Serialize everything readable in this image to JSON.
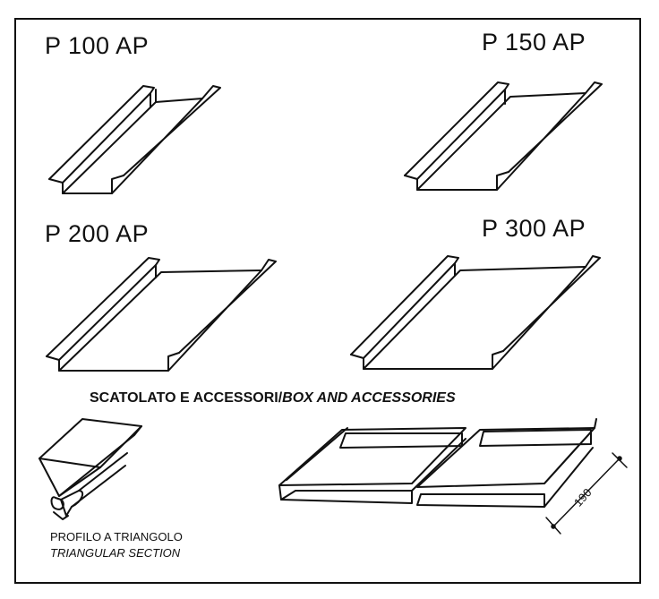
{
  "profiles": {
    "p100": "P 100 AP",
    "p150": "P 150 AP",
    "p200": "P 200 AP",
    "p300": "P 300 AP"
  },
  "box": {
    "heading_plain": "SCATOLATO E ACCESSORI/",
    "heading_italic": "BOX AND ACCESSORIES",
    "dimension": "190"
  },
  "triangle": {
    "label_it": "PROFILO A TRIANGOLO",
    "label_en": "TRIANGULAR SECTION"
  }
}
